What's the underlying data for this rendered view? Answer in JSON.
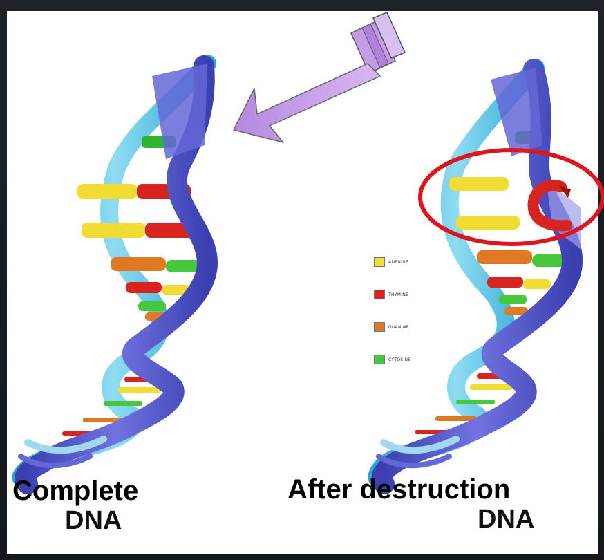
{
  "labels": {
    "uv_light": "UV light",
    "complete_line1": "Complete",
    "complete_line2": "DNA",
    "after_line1": "After destruction",
    "after_line2": "DNA"
  },
  "legend": [
    {
      "name": "ADENINE",
      "color": "#f0dc32"
    },
    {
      "name": "THYMINE",
      "color": "#d9231e"
    },
    {
      "name": "GUANINE",
      "color": "#e07a22"
    },
    {
      "name": "CYTOSINE",
      "color": "#46c83c"
    }
  ],
  "colors": {
    "strand_dark": "#5a5ed0",
    "strand_light": "#4cc4e6",
    "strand_pale": "#b7e4f4",
    "highlight_ring": "#e0141a",
    "arrow_fill": "#c49ce6"
  },
  "icons": [
    "uv-lamp-icon",
    "arrow-icon",
    "damage-ring-icon"
  ]
}
